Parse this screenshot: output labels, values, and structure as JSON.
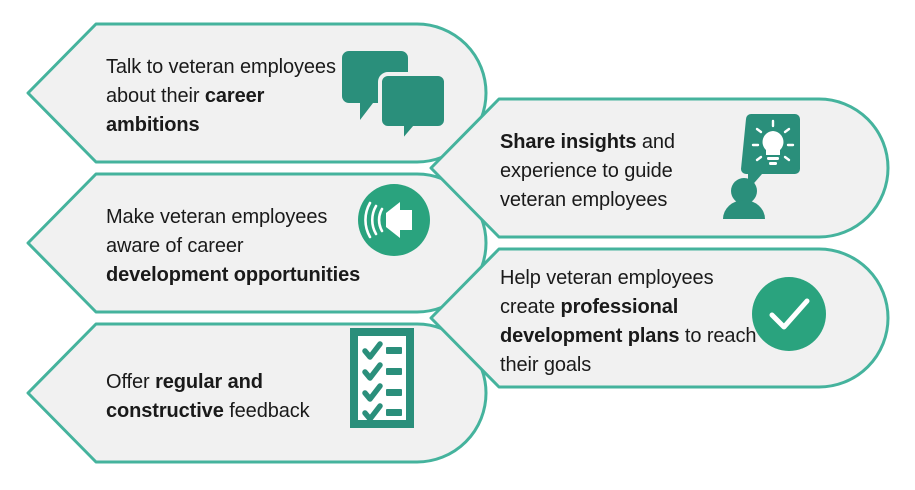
{
  "theme": {
    "page_background": "#ffffff",
    "banner_fill": "#f1f1f1",
    "banner_stroke": "#45b39d",
    "icon_teal": "#2a8f7b",
    "icon_circle_teal": "#2aa37e",
    "text_color": "#1a1a1a"
  },
  "banners": [
    {
      "id": "talk-career-ambitions",
      "side": "left",
      "icon": "speech-bubbles-icon",
      "text_parts": [
        {
          "text": "Talk to veteran employees about their ",
          "bold": false
        },
        {
          "text": "career ambitions",
          "bold": true
        }
      ],
      "plain_text": "Talk to veteran employees about their career ambitions"
    },
    {
      "id": "aware-development-opportunities",
      "side": "left",
      "icon": "speaker-announcement-icon",
      "text_parts": [
        {
          "text": "Make veteran employees aware of career ",
          "bold": false
        },
        {
          "text": "development opportunities",
          "bold": true
        }
      ],
      "plain_text": "Make veteran employees aware of career development opportunities"
    },
    {
      "id": "offer-feedback",
      "side": "left",
      "icon": "checklist-icon",
      "text_parts": [
        {
          "text": "Offer ",
          "bold": false
        },
        {
          "text": "regular and constructive",
          "bold": true
        },
        {
          "text": " feedback",
          "bold": false
        }
      ],
      "plain_text": "Offer regular and constructive feedback"
    },
    {
      "id": "share-insights",
      "side": "right",
      "icon": "person-lightbulb-icon",
      "text_parts": [
        {
          "text": "Share insights",
          "bold": true
        },
        {
          "text": " and experience to guide veteran employees",
          "bold": false
        }
      ],
      "plain_text": "Share insights and experience to guide veteran employees"
    },
    {
      "id": "professional-development-plans",
      "side": "right",
      "icon": "checkmark-circle-icon",
      "text_parts": [
        {
          "text": "Help veteran employees create ",
          "bold": false
        },
        {
          "text": "professional development plans",
          "bold": true
        },
        {
          "text": " to reach their goals",
          "bold": false
        }
      ],
      "plain_text": "Help veteran employees create professional development plans to reach their goals"
    }
  ]
}
